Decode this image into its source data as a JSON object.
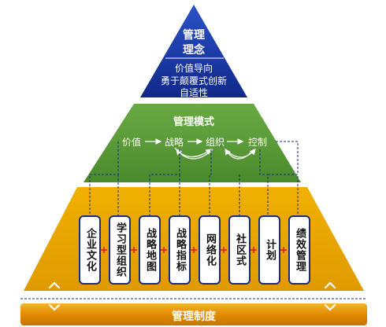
{
  "pyramid": {
    "top": {
      "title_line1": "管理",
      "title_line2": "理念",
      "items": [
        "价值导向",
        "勇于颠覆式创新",
        "自适性"
      ]
    },
    "middle": {
      "title": "管理模式",
      "flow": [
        "价值",
        "战略",
        "组织",
        "控制"
      ]
    },
    "bottom": {
      "boxes": [
        "企业文化",
        "学习型组织",
        "战略地图",
        "战略指标",
        "网络化",
        "社区式",
        "计划",
        "绩效管理"
      ]
    },
    "base": {
      "label": "管理制度"
    }
  },
  "colors": {
    "top": "#1b3ea6",
    "middle": "#5b9a3a",
    "bottom": "#e6a100",
    "base": "#d98a00",
    "box_border": "#1a2e7c",
    "plus": "#e02020"
  }
}
